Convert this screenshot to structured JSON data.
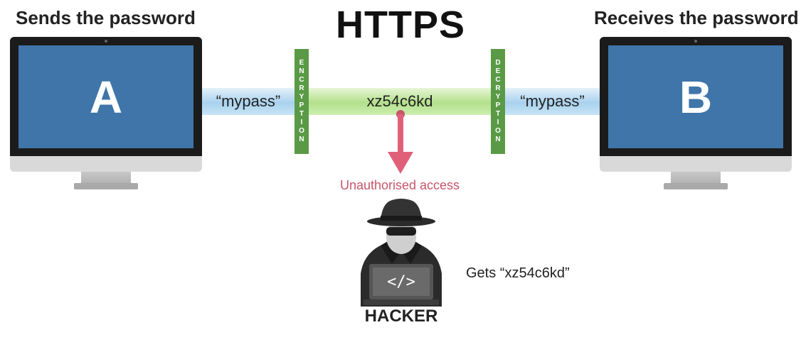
{
  "title": "HTTPS",
  "sender": {
    "label": "Sends the password",
    "computer": "A"
  },
  "receiver": {
    "label": "Receives the password",
    "computer": "B"
  },
  "pipes": {
    "left": "“mypass”",
    "middle": "xz54c6kd",
    "right": "“mypass”"
  },
  "encryption_letters": [
    "E",
    "N",
    "C",
    "R",
    "Y",
    "P",
    "T",
    "I",
    "O",
    "N"
  ],
  "decryption_letters": [
    "D",
    "E",
    "C",
    "R",
    "Y",
    "P",
    "T",
    "I",
    "O",
    "N"
  ],
  "unauthorised_label": "Unauthorised access",
  "hacker": {
    "label": "HACKER",
    "screen_code": "</>",
    "gets": "Gets “xz54c6kd”"
  },
  "colors": {
    "screen": "#3f75a9",
    "plain_pipe": "#a9d2ee",
    "cipher_pipe": "#b3e08c",
    "crypto_bar": "#5a9a46",
    "arrow": "#e0607a",
    "unauthorised_text": "#c6566a"
  },
  "icons": [
    "monitor-icon",
    "hacker-icon",
    "down-arrow-icon"
  ]
}
